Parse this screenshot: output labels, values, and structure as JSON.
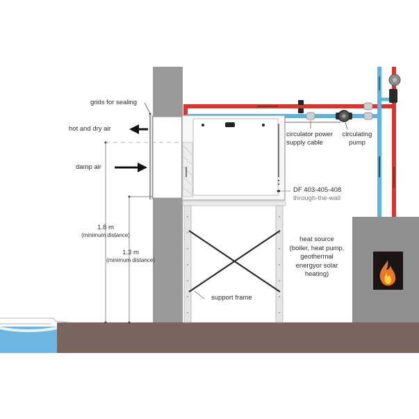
{
  "diagram": {
    "title": "Through-the-wall dehumidifier installation",
    "labels": {
      "grids_for_sealing": "grids for sealing",
      "hot_dry_air": "hot and dry air",
      "damp_air": "damp air",
      "circulator_cable_line1": "circulator power",
      "circulator_cable_line2": "supply cable",
      "circulating_pump_line1": "circulating",
      "circulating_pump_line2": "pump",
      "model": "DF 403-405-408",
      "model_sub": "through-the-wall",
      "dim_high_value": "1.8 m",
      "dim_high_note": "(minimum distance)",
      "dim_low_value": "1.3 m",
      "dim_low_note": "(minimum distance)",
      "heat_source_line1": "heat source",
      "heat_source_line2": "(boiler, heat pump,",
      "heat_source_line3": "geothermal",
      "heat_source_line4": "energyor solar",
      "heat_source_line5": "heating)",
      "support_frame": "support frame"
    },
    "colors": {
      "hot_pipe": "#d9352c",
      "cold_pipe": "#5fb3dc",
      "wall": "#9a9a9a",
      "ground": "#7a6660",
      "pool_water": "#6cb6e3",
      "heat_source_body": "#8f8f8f",
      "fire_window": "#1a1412",
      "flame_outer": "#e8772a",
      "flame_inner": "#f6d23a"
    },
    "icons": {
      "arrow_out": "left-arrow-icon",
      "arrow_in": "right-arrow-icon",
      "flame": "flame-icon",
      "pump": "pump-icon"
    }
  }
}
